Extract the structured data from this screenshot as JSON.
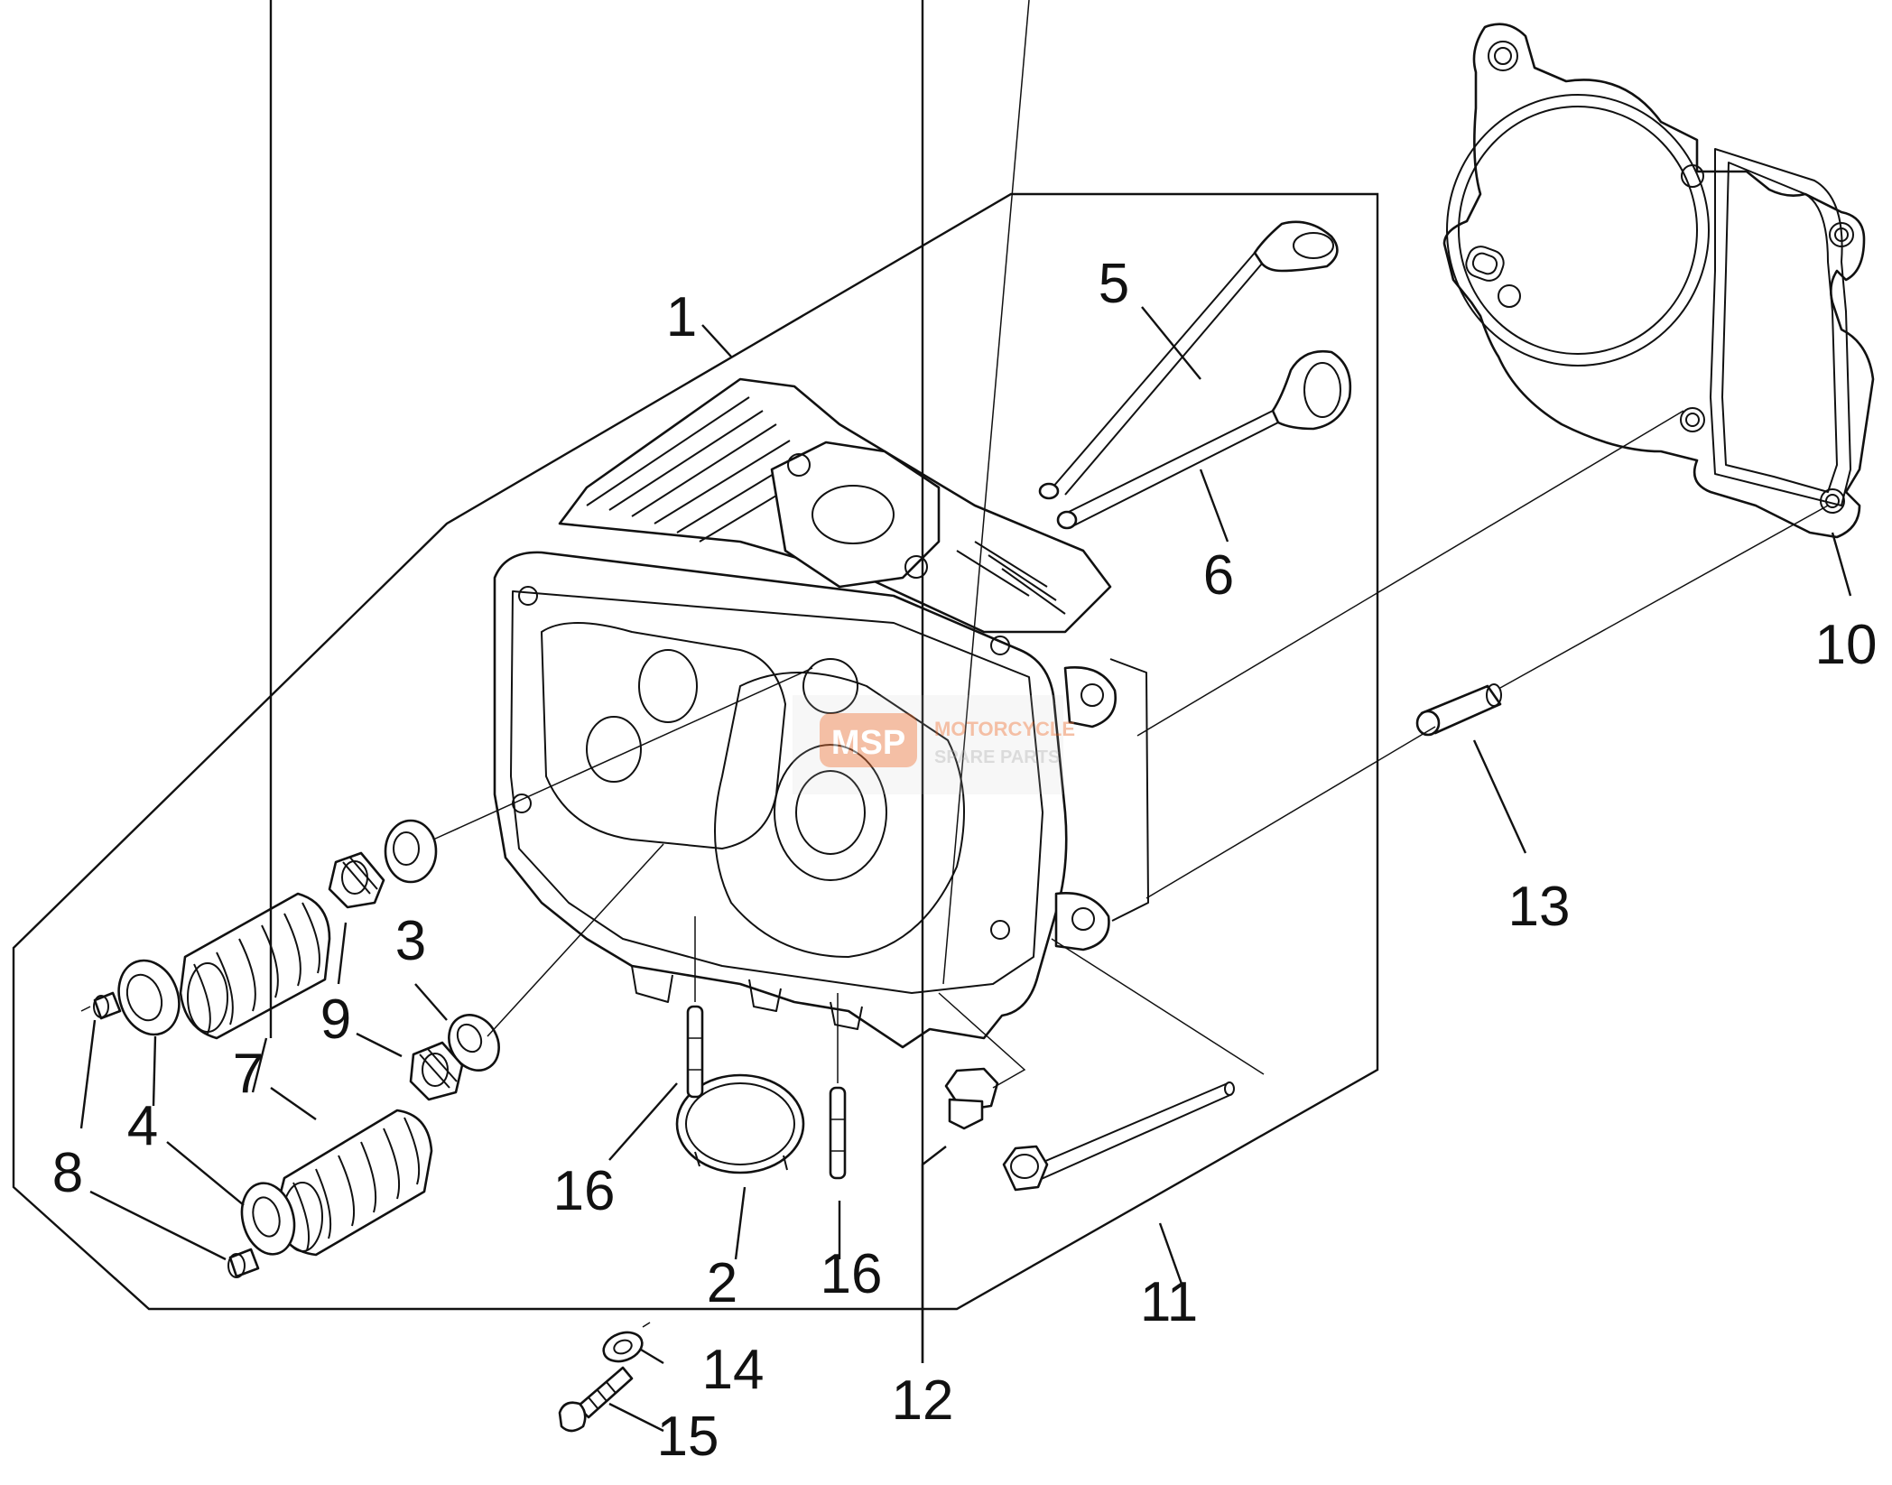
{
  "callouts": [
    {
      "id": "1",
      "label": "1"
    },
    {
      "id": "2",
      "label": "2"
    },
    {
      "id": "3",
      "label": "3"
    },
    {
      "id": "4",
      "label": "4"
    },
    {
      "id": "5",
      "label": "5"
    },
    {
      "id": "6",
      "label": "6"
    },
    {
      "id": "7",
      "label": "7"
    },
    {
      "id": "8",
      "label": "8"
    },
    {
      "id": "9",
      "label": "9"
    },
    {
      "id": "10",
      "label": "10"
    },
    {
      "id": "11",
      "label": "11"
    },
    {
      "id": "12",
      "label": "12"
    },
    {
      "id": "13",
      "label": "13"
    },
    {
      "id": "14",
      "label": "14"
    },
    {
      "id": "15",
      "label": "15"
    },
    {
      "id": "16a",
      "label": "16"
    },
    {
      "id": "16b",
      "label": "16"
    }
  ],
  "watermark": {
    "logo_text": "MSP",
    "line1": "MOTORCYCLE",
    "line2": "SPARE PARTS",
    "accent_color": "#e8733a"
  },
  "colors": {
    "line": "#111111",
    "background": "#ffffff"
  }
}
